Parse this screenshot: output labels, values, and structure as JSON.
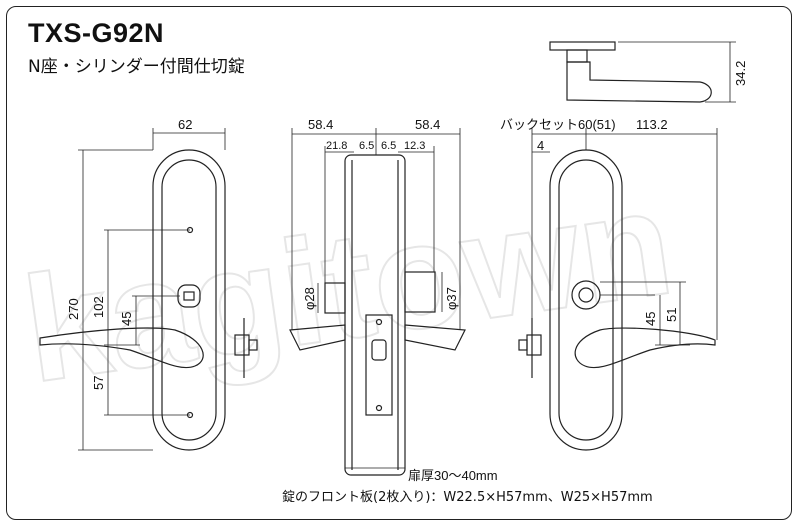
{
  "title": "TXS-G92N",
  "subtitle": "N座・シリンダー付間仕切錠",
  "watermark": "kagitown",
  "note": "錠のフロント板(2枚入り)：W22.5×H57mm、W25×H57mm",
  "dimensions": {
    "front_width": "62",
    "front_height": "270",
    "front_102": "102",
    "front_45": "45",
    "front_57": "57",
    "side_left_584": "58.4",
    "side_right_584": "58.4",
    "side_218": "21.8",
    "side_65a": "6.5",
    "side_65b": "6.5",
    "side_123": "12.3",
    "side_d28": "φ28",
    "side_d37": "φ37",
    "door_thickness": "扉厚30～40mm",
    "backset": "バックセット60(51)",
    "back_1132": "113.2",
    "back_4": "4",
    "back_45": "45",
    "back_51": "51",
    "top_342": "34.2"
  },
  "colors": {
    "line": "#222222",
    "watermark": "#e6e6e6"
  }
}
